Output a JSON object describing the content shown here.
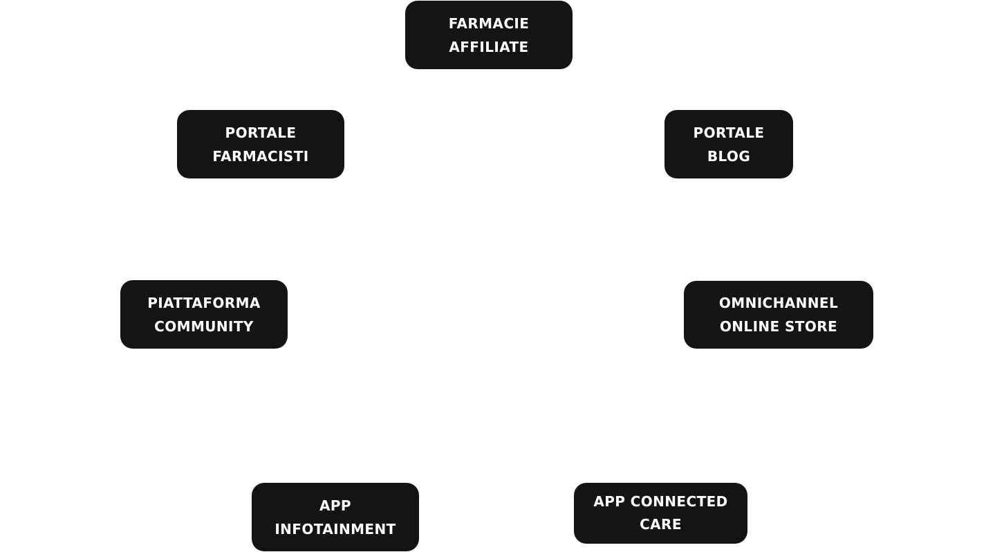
{
  "background_color": "#ffffff",
  "node_color": "#141414",
  "text_color": "#ffffff",
  "nodes": {
    "farmacie_affiliate": {
      "line1": "FARMACIE",
      "line2": "AFFILIATE"
    },
    "portale_farmacisti": {
      "line1": "PORTALE",
      "line2": "FARMACISTI"
    },
    "portale_blog": {
      "line1": "PORTALE",
      "line2": "BLOG"
    },
    "piattaforma_community": {
      "line1": "PIATTAFORMA",
      "line2": "COMMUNITY"
    },
    "omnichannel_store": {
      "line1": "OMNICHANNEL",
      "line2": "ONLINE STORE"
    },
    "app_infotainment": {
      "line1": "APP",
      "line2": "INFOTAINMENT"
    },
    "app_connected_care": {
      "line1": "APP CONNECTED",
      "line2": "CARE"
    }
  }
}
